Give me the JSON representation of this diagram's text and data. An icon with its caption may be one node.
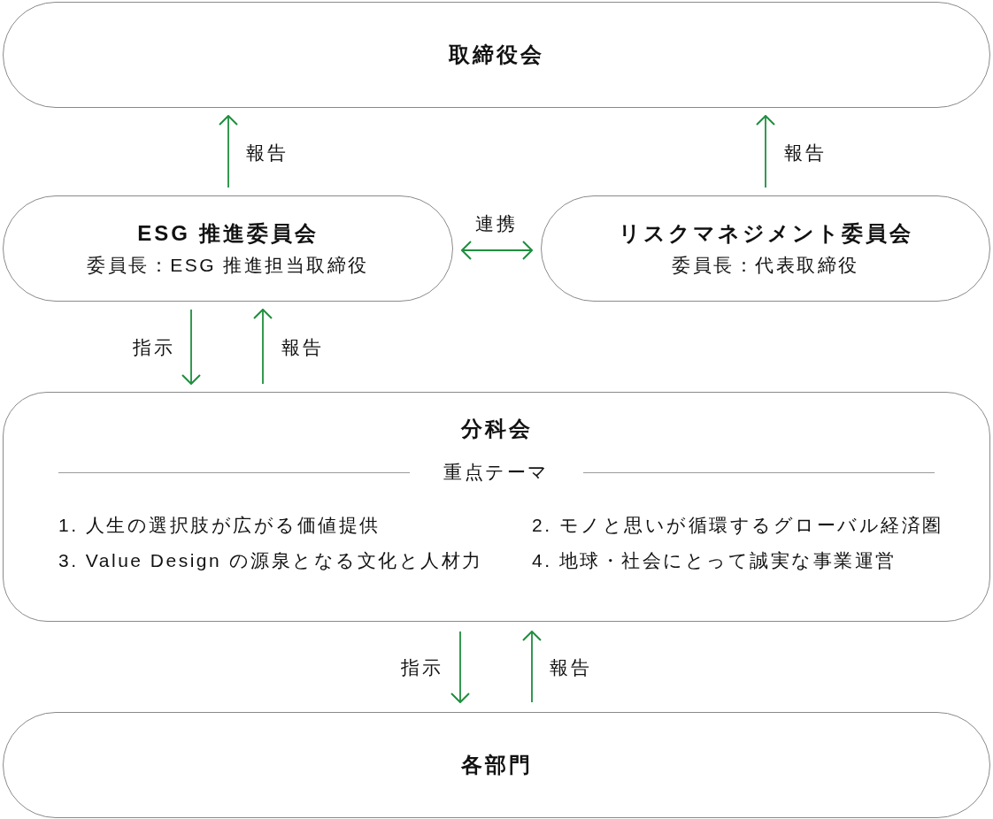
{
  "diagram": {
    "nodes": [
      {
        "text": [
          "取締役会"
        ]
      },
      {
        "text": [
          "ESG 推進委員会",
          "委員長：ESG 推進担当取締役"
        ]
      },
      {
        "text": [
          "リスクマネジメント委員会",
          "委員長：代表取締役"
        ]
      },
      {
        "text": [
          "分科会",
          "重点テーマ",
          "1. 人生の選択肢が広がる価値提供",
          "2. モノと思いが循環するグローバル経済圏",
          "3. Value Design の源泉となる文化と人材力",
          "4. 地球・社会にとって誠実な事業運営"
        ]
      },
      {
        "text": [
          "各部門"
        ]
      }
    ],
    "edges": [
      {
        "from": 1,
        "to": 0,
        "arrow": "to",
        "label": "報告"
      },
      {
        "from": 2,
        "to": 0,
        "arrow": "to",
        "label": "報告"
      },
      {
        "from": 1,
        "to": 2,
        "arrow": "both",
        "label": "連携"
      },
      {
        "from": 1,
        "to": 3,
        "arrow": "to",
        "label": "指示"
      },
      {
        "from": 3,
        "to": 1,
        "arrow": "to",
        "label": "報告"
      },
      {
        "from": 3,
        "to": 4,
        "arrow": "to",
        "label": "指示"
      },
      {
        "from": 4,
        "to": 3,
        "arrow": "to",
        "label": "報告"
      }
    ]
  }
}
